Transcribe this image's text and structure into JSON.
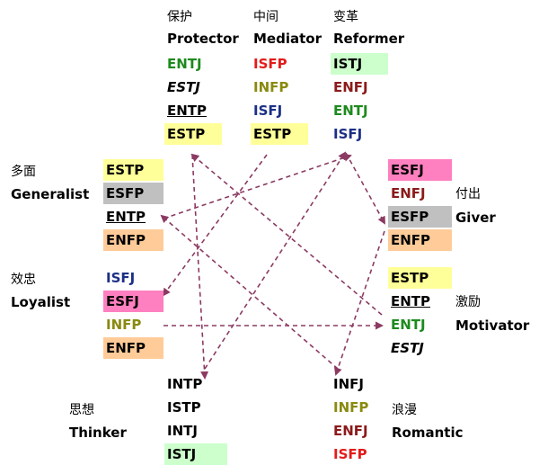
{
  "colors": {
    "green": "#1e8a1e",
    "red": "#e31b1b",
    "olive": "#8a8a10",
    "navy": "#1c2f86",
    "maroon": "#8b1a1a",
    "black": "#000000",
    "arrow": "#8b3a62",
    "bg_yellow": "#ffff99",
    "bg_lightgreen": "#ccffcc",
    "bg_pink": "#ff80c0",
    "bg_gray": "#c0c0c0",
    "bg_peach": "#ffcc99"
  },
  "groups": {
    "protector": {
      "zh": "保护",
      "en": "Protector",
      "types": [
        {
          "text": "ENTJ",
          "color": "green"
        },
        {
          "text": "ESTJ",
          "color": "black",
          "italic": true
        },
        {
          "text": "ENTP",
          "color": "black",
          "underline": true
        },
        {
          "text": "ESTP",
          "color": "black",
          "bg": "bg_yellow"
        }
      ]
    },
    "mediator": {
      "zh": "中间",
      "en": "Mediator",
      "types": [
        {
          "text": "ISFP",
          "color": "red"
        },
        {
          "text": "INFP",
          "color": "olive"
        },
        {
          "text": "ISFJ",
          "color": "navy"
        },
        {
          "text": "ESTP",
          "color": "black",
          "bg": "bg_yellow"
        }
      ]
    },
    "reformer": {
      "zh": "变革",
      "en": "Reformer",
      "types": [
        {
          "text": "ISTJ",
          "color": "black",
          "bg": "bg_lightgreen"
        },
        {
          "text": "ENFJ",
          "color": "maroon"
        },
        {
          "text": "ENTJ",
          "color": "green"
        },
        {
          "text": "ISFJ",
          "color": "navy"
        }
      ]
    },
    "generalist": {
      "zh": "多面",
      "en": "Generalist",
      "types": [
        {
          "text": "ESTP",
          "color": "black",
          "bg": "bg_yellow"
        },
        {
          "text": "ESFP",
          "color": "black",
          "bg": "bg_gray"
        },
        {
          "text": "ENTP",
          "color": "black",
          "underline": true
        },
        {
          "text": "ENFP",
          "color": "black",
          "bg": "bg_peach"
        }
      ]
    },
    "giver": {
      "zh": "付出",
      "en": "Giver",
      "types": [
        {
          "text": "ESFJ",
          "color": "black",
          "bg": "bg_pink"
        },
        {
          "text": "ENFJ",
          "color": "maroon"
        },
        {
          "text": "ESFP",
          "color": "black",
          "bg": "bg_gray"
        },
        {
          "text": "ENFP",
          "color": "black",
          "bg": "bg_peach"
        }
      ]
    },
    "loyalist": {
      "zh": "效忠",
      "en": "Loyalist",
      "types": [
        {
          "text": "ISFJ",
          "color": "navy"
        },
        {
          "text": "ESFJ",
          "color": "black",
          "bg": "bg_pink"
        },
        {
          "text": "INFP",
          "color": "olive"
        },
        {
          "text": "ENFP",
          "color": "black",
          "bg": "bg_peach"
        }
      ]
    },
    "motivator": {
      "zh": "激励",
      "en": "Motivator",
      "types": [
        {
          "text": "ESTP",
          "color": "black",
          "bg": "bg_yellow"
        },
        {
          "text": "ENTP",
          "color": "black",
          "underline": true
        },
        {
          "text": "ENTJ",
          "color": "green"
        },
        {
          "text": "ESTJ",
          "color": "black",
          "italic": true
        }
      ]
    },
    "thinker": {
      "zh": "思想",
      "en": "Thinker",
      "types": [
        {
          "text": "INTP",
          "color": "black"
        },
        {
          "text": "ISTP",
          "color": "black"
        },
        {
          "text": "INTJ",
          "color": "black"
        },
        {
          "text": "ISTJ",
          "color": "black",
          "bg": "bg_lightgreen"
        }
      ]
    },
    "romantic": {
      "zh": "浪漫",
      "en": "Romantic",
      "types": [
        {
          "text": "INFJ",
          "color": "black"
        },
        {
          "text": "INFP",
          "color": "olive"
        },
        {
          "text": "ENFJ",
          "color": "maroon"
        },
        {
          "text": "ISFP",
          "color": "red"
        }
      ]
    }
  }
}
